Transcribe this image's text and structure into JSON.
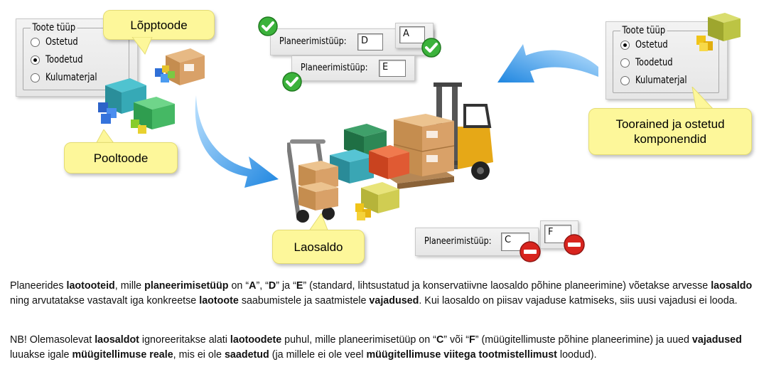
{
  "panel_left": {
    "title": "Toote tüüp",
    "options": [
      {
        "label": "Ostetud",
        "selected": false
      },
      {
        "label": "Toodetud",
        "selected": true
      },
      {
        "label": "Kulumaterjal",
        "selected": false
      }
    ]
  },
  "panel_right": {
    "title": "Toote tüüp",
    "options": [
      {
        "label": "Ostetud",
        "selected": true
      },
      {
        "label": "Toodetud",
        "selected": false
      },
      {
        "label": "Kulumaterjal",
        "selected": false
      }
    ]
  },
  "callouts": {
    "finished_product": "Lõpptoode",
    "semi_product": "Pooltoode",
    "raw_materials_line1": "Toorained  ja ostetud",
    "raw_materials_line2": "komponendid",
    "stock": "Laosaldo"
  },
  "planning_fields": {
    "label": "Planeerimistüüp:",
    "allowed": {
      "value_1": "D",
      "value_2": "A",
      "value_3": "E"
    },
    "rejected": {
      "value_1": "C",
      "value_2": "F"
    }
  },
  "paragraph_1": {
    "s1": "Planeerides ",
    "b1": "laotooteid",
    "s2": ", mille ",
    "b2": "planeerimisetüüp",
    "s3": " on “",
    "b3": "A",
    "s4": "”, “",
    "b4": "D",
    "s5": "” ja “",
    "b5": "E",
    "s6": "” (standard, lihtsustatud ja konservatiivne laosaldo põhine planeerimine) võetakse arvesse ",
    "b6": "laosaldo",
    "s7": " ning arvutatakse vastavalt iga konkreetse ",
    "b7": "laotoote",
    "s8": " saabumistele ja saatmistele ",
    "b8": "vajadused",
    "s9": ". Kui laosaldo on piisav vajaduse katmiseks, siis uusi vajadusi ei looda."
  },
  "paragraph_2": {
    "s1": "NB! Olemasolevat ",
    "b1": "laosaldot",
    "s2": " ignoreeritakse alati ",
    "b2": "laotoodete",
    "s3": " puhul, mille planeerimisetüüp on “",
    "b3": "C",
    "s4": "” või “",
    "b4": "F",
    "s5": "” (müügitellimuste põhine planeerimine) ja uued ",
    "b5": "vajadused",
    "s6": " luuakse igale ",
    "b6": "müügitellimuse reale",
    "s7": ", mis ei ole ",
    "b7": "saadetud",
    "s8": " (ja millele ei ole veel ",
    "b8": "müügitellimuse viitega tootmistellimust",
    "s9": " loodud)."
  },
  "icons": [
    "checkmark-icon",
    "no-entry-icon",
    "boxes-icon",
    "forklift-icon",
    "hand-truck-icon",
    "curved-arrow-icon"
  ],
  "colors": {
    "callout_bg": "#fdf79a",
    "arrow_blue": "#2a8fe0",
    "check_green": "#3bb23b",
    "stop_red": "#d8241e"
  }
}
